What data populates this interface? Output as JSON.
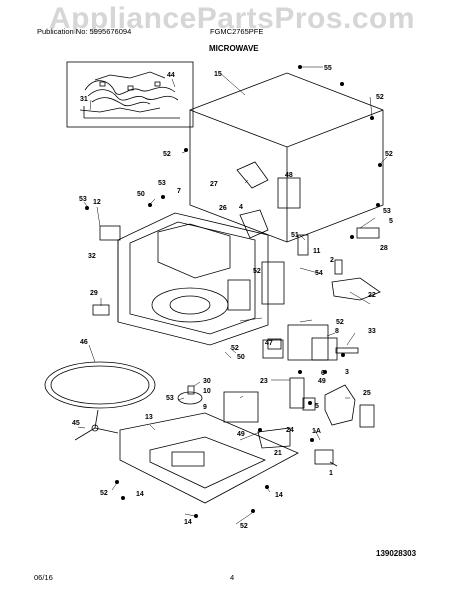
{
  "watermark": "AppliancePartsPros.com",
  "header": {
    "publication": "Publication No: 5995676094",
    "model": "FGMC2765PFE",
    "title": "MICROWAVE"
  },
  "diagram_number": "139028303",
  "footer": {
    "date": "06/16",
    "page": "4"
  },
  "callouts": [
    "55",
    "15",
    "52",
    "52",
    "52",
    "27",
    "48",
    "53",
    "12",
    "50",
    "53",
    "7",
    "26",
    "4",
    "53",
    "5",
    "51",
    "11",
    "28",
    "2",
    "32",
    "52",
    "54",
    "22",
    "29",
    "52",
    "8",
    "33",
    "46",
    "47",
    "52",
    "50",
    "6",
    "3",
    "23",
    "30",
    "10",
    "49",
    "25",
    "53",
    "9",
    "5",
    "45",
    "13",
    "49",
    "24",
    "1A",
    "21",
    "1",
    "52",
    "14",
    "14",
    "14",
    "52",
    "31",
    "44"
  ]
}
